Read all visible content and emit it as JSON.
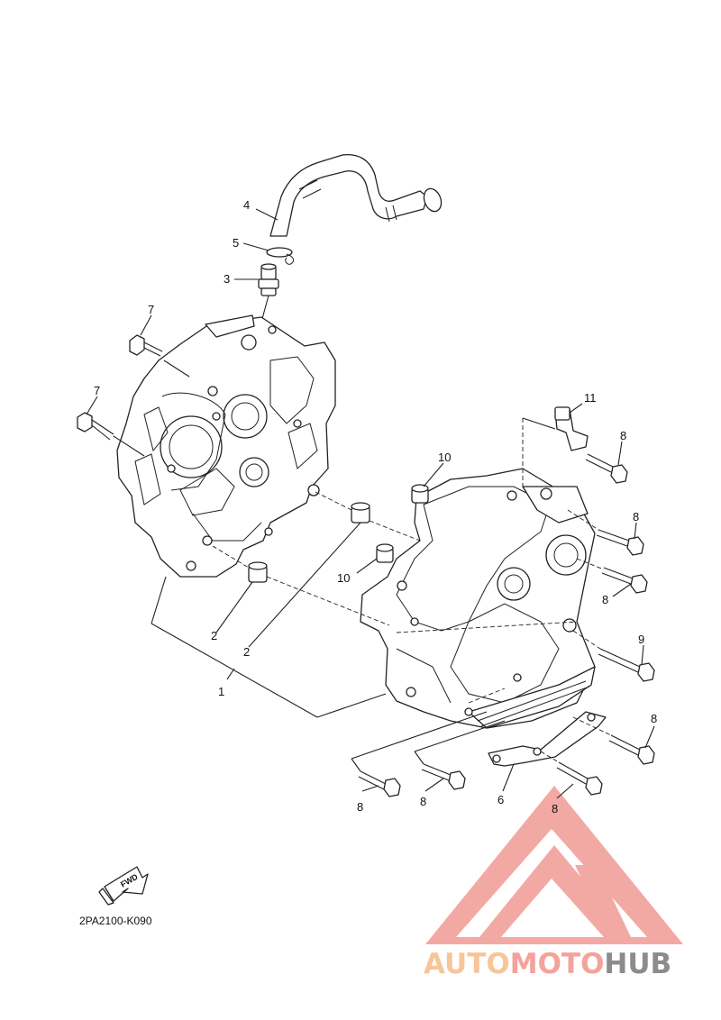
{
  "diagram": {
    "code": "2PA2100-K090",
    "fwd_label": "FWD",
    "callouts": [
      {
        "id": "c1",
        "text": "1"
      },
      {
        "id": "c2a",
        "text": "2"
      },
      {
        "id": "c2b",
        "text": "2"
      },
      {
        "id": "c3",
        "text": "3"
      },
      {
        "id": "c4",
        "text": "4"
      },
      {
        "id": "c5",
        "text": "5"
      },
      {
        "id": "c6",
        "text": "6"
      },
      {
        "id": "c7a",
        "text": "7"
      },
      {
        "id": "c7b",
        "text": "7"
      },
      {
        "id": "c8a",
        "text": "8"
      },
      {
        "id": "c8b",
        "text": "8"
      },
      {
        "id": "c8c",
        "text": "8"
      },
      {
        "id": "c8d",
        "text": "8"
      },
      {
        "id": "c8e",
        "text": "8"
      },
      {
        "id": "c8f",
        "text": "8"
      },
      {
        "id": "c8g",
        "text": "8"
      },
      {
        "id": "c9",
        "text": "9"
      },
      {
        "id": "c10a",
        "text": "10"
      },
      {
        "id": "c10b",
        "text": "10"
      },
      {
        "id": "c11",
        "text": "11"
      }
    ]
  },
  "watermark": {
    "part1": "AUTO",
    "part2": "MOTO",
    "part3": "HUB",
    "colors": {
      "auto": "#f7c59a",
      "moto": "#f5a29a",
      "hub": "#8c8c8c",
      "logo": "#f29b94"
    }
  }
}
